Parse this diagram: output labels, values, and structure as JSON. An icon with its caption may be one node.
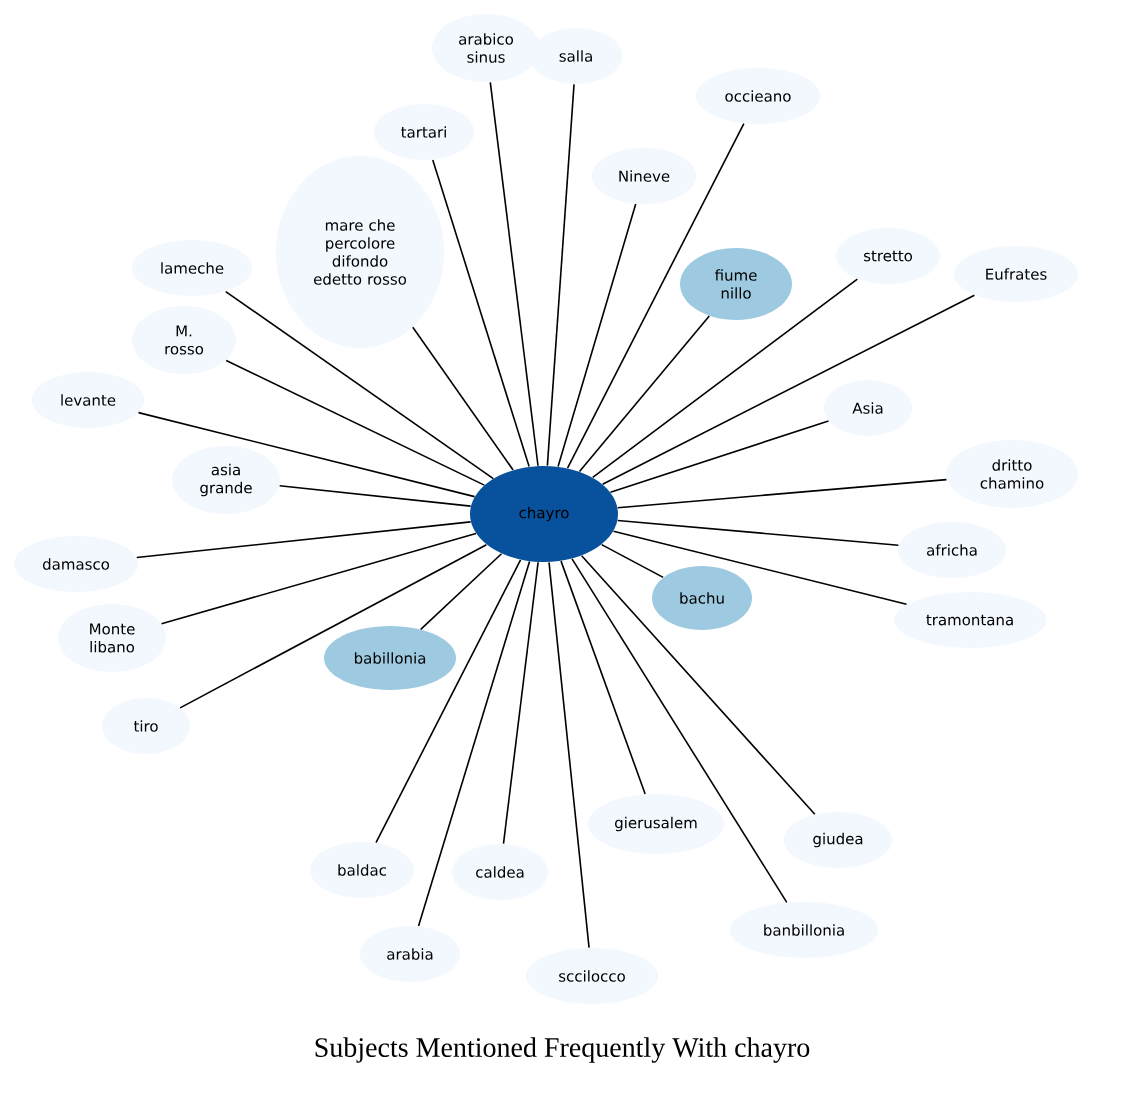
{
  "diagram": {
    "title": "Subjects Mentioned Frequently With chayro",
    "nodes": [
      {
        "text": [
          "chayro"
        ]
      },
      {
        "text": [
          "arabico sinus"
        ]
      },
      {
        "text": [
          "salla"
        ]
      },
      {
        "text": [
          "tartari"
        ]
      },
      {
        "text": [
          "Nineve"
        ]
      },
      {
        "text": [
          "occieano"
        ]
      },
      {
        "text": [
          "lameche"
        ]
      },
      {
        "text": [
          "mare che percolore difondo edetto rosso"
        ]
      },
      {
        "text": [
          "stretto"
        ]
      },
      {
        "text": [
          "M. rosso"
        ]
      },
      {
        "text": [
          "Eufrates"
        ]
      },
      {
        "text": [
          "fiume nillo"
        ]
      },
      {
        "text": [
          "Asia"
        ]
      },
      {
        "text": [
          "levante"
        ]
      },
      {
        "text": [
          "dritto chamino"
        ]
      },
      {
        "text": [
          "asia grande"
        ]
      },
      {
        "text": [
          "africha"
        ]
      },
      {
        "text": [
          "damasco"
        ]
      },
      {
        "text": [
          "babillonia"
        ]
      },
      {
        "text": [
          "bachu"
        ]
      },
      {
        "text": [
          "tramontana"
        ]
      },
      {
        "text": [
          "Monte libano"
        ]
      },
      {
        "text": [
          "giudea"
        ]
      },
      {
        "text": [
          "tiro"
        ]
      },
      {
        "text": [
          "gierusalem"
        ]
      },
      {
        "text": [
          "baldac"
        ]
      },
      {
        "text": [
          "caldea"
        ]
      },
      {
        "text": [
          "banbillonia"
        ]
      },
      {
        "text": [
          "arabia"
        ]
      },
      {
        "text": [
          "sccilocco"
        ]
      }
    ],
    "edges": [
      {
        "from": 0,
        "to": 1,
        "arrow": "none"
      },
      {
        "from": 0,
        "to": 2,
        "arrow": "none"
      },
      {
        "from": 0,
        "to": 3,
        "arrow": "none"
      },
      {
        "from": 0,
        "to": 4,
        "arrow": "none"
      },
      {
        "from": 0,
        "to": 5,
        "arrow": "none"
      },
      {
        "from": 0,
        "to": 6,
        "arrow": "none"
      },
      {
        "from": 0,
        "to": 7,
        "arrow": "none"
      },
      {
        "from": 0,
        "to": 8,
        "arrow": "none"
      },
      {
        "from": 0,
        "to": 9,
        "arrow": "none"
      },
      {
        "from": 0,
        "to": 10,
        "arrow": "none"
      },
      {
        "from": 0,
        "to": 11,
        "arrow": "none"
      },
      {
        "from": 0,
        "to": 12,
        "arrow": "none"
      },
      {
        "from": 0,
        "to": 13,
        "arrow": "none"
      },
      {
        "from": 0,
        "to": 14,
        "arrow": "none"
      },
      {
        "from": 0,
        "to": 15,
        "arrow": "none"
      },
      {
        "from": 0,
        "to": 16,
        "arrow": "none"
      },
      {
        "from": 0,
        "to": 17,
        "arrow": "none"
      },
      {
        "from": 0,
        "to": 18,
        "arrow": "none"
      },
      {
        "from": 0,
        "to": 19,
        "arrow": "none"
      },
      {
        "from": 0,
        "to": 20,
        "arrow": "none"
      },
      {
        "from": 0,
        "to": 21,
        "arrow": "none"
      },
      {
        "from": 0,
        "to": 22,
        "arrow": "none"
      },
      {
        "from": 0,
        "to": 23,
        "arrow": "none"
      },
      {
        "from": 0,
        "to": 24,
        "arrow": "none"
      },
      {
        "from": 0,
        "to": 25,
        "arrow": "none"
      },
      {
        "from": 0,
        "to": 26,
        "arrow": "none"
      },
      {
        "from": 0,
        "to": 27,
        "arrow": "none"
      },
      {
        "from": 0,
        "to": 28,
        "arrow": "none"
      },
      {
        "from": 0,
        "to": 29,
        "arrow": "none"
      }
    ]
  }
}
